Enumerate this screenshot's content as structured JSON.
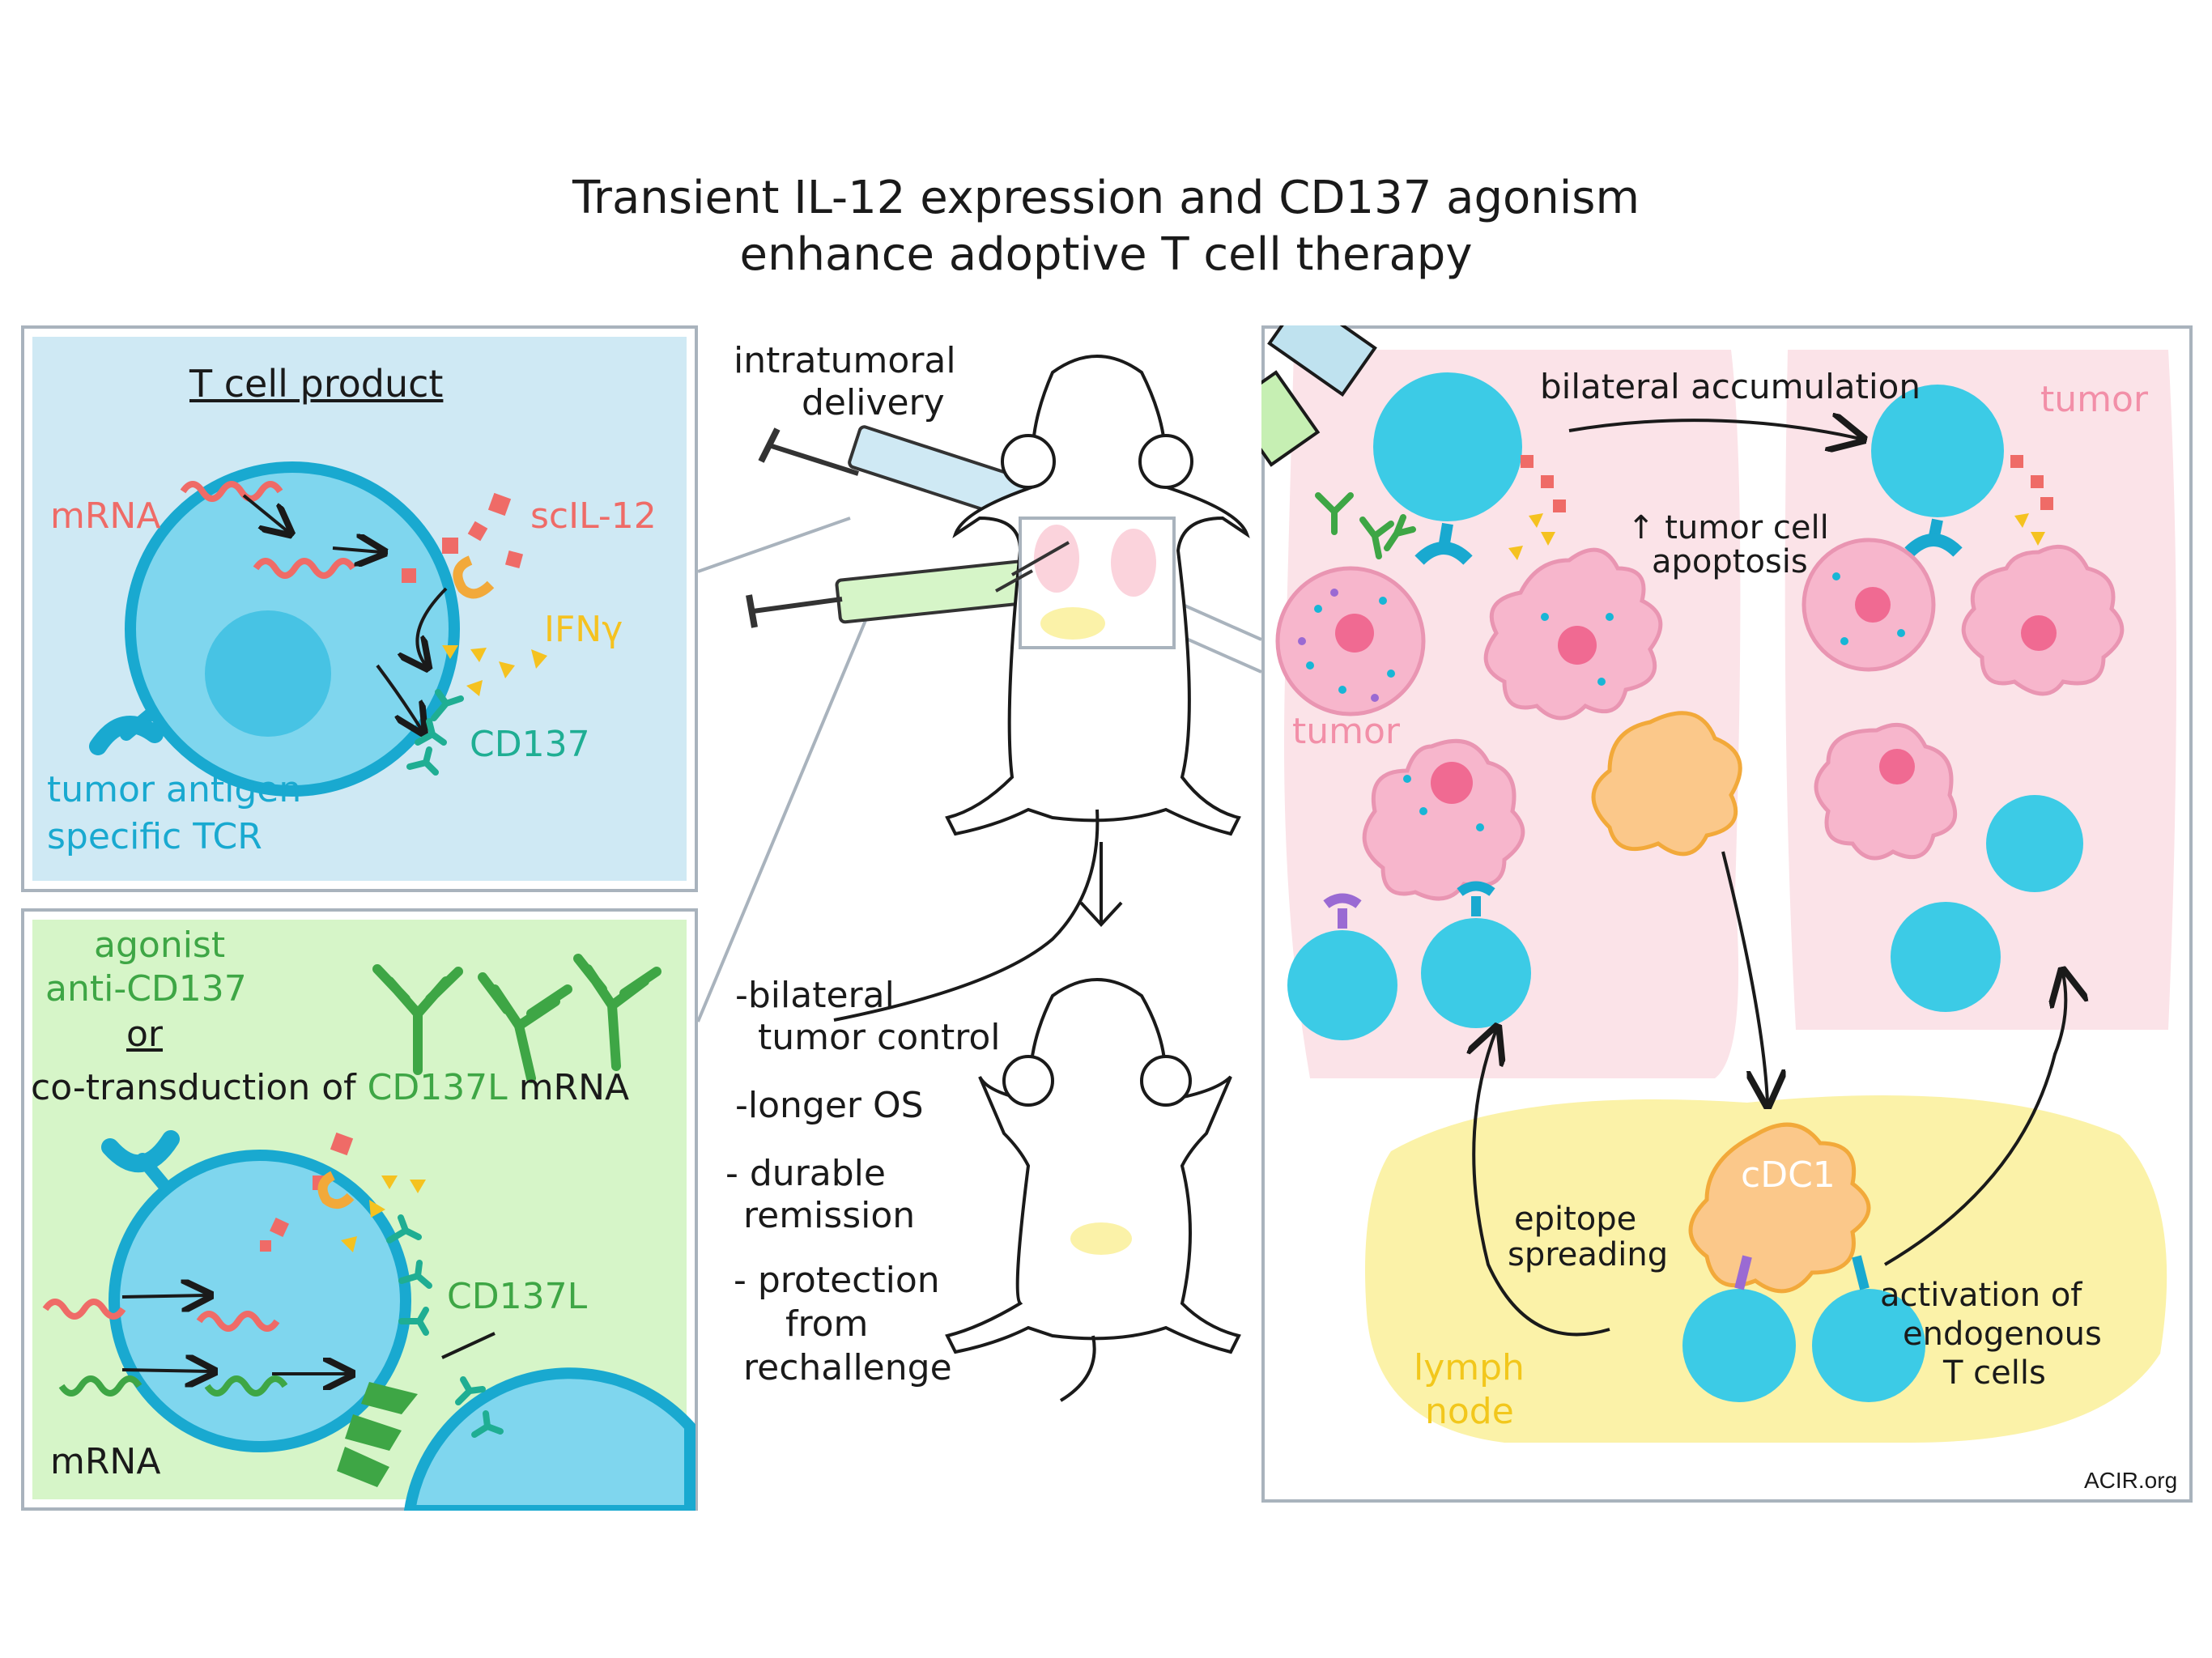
{
  "title": {
    "line1": "Transient IL-12 expression and CD137 agonism",
    "line2": "enhance adoptive T cell therapy"
  },
  "tcell_panel": {
    "heading": "T cell product",
    "mrna": "mRNA",
    "scil12": "scIL-12",
    "ifng": "IFNγ",
    "cd137": "CD137",
    "tcr_line1": "tumor antigen-",
    "tcr_line2": "specific TCR"
  },
  "agonist_panel": {
    "line1": "agonist",
    "line2": "anti-CD137",
    "or": "or",
    "cotrans_prefix": "co-transduction of ",
    "cotrans_cd137l": "CD137L",
    "cotrans_suffix": " mRNA",
    "cd137l": "CD137L",
    "mrna": "mRNA"
  },
  "mouse": {
    "delivery_line1": "intratumoral",
    "delivery_line2": "delivery"
  },
  "outcomes": {
    "item1_line1": "-bilateral",
    "item1_line2": "tumor control",
    "item2": "-longer OS",
    "item3_line1": "- durable",
    "item3_line2": "remission",
    "item4_line1": "- protection",
    "item4_line2": "from",
    "item4_line3": "rechallenge"
  },
  "mechanism": {
    "bilateral_accumulation": "bilateral accumulation",
    "tumor_right": "tumor",
    "tumor_left": "tumor",
    "apoptosis_line1": "↑ tumor cell",
    "apoptosis_line2": "apoptosis",
    "cdc1": "cDC1",
    "epitope_line1": "epitope",
    "epitope_line2": "spreading",
    "activation_line1": "activation of",
    "activation_line2": "endogenous",
    "activation_line3": "T cells",
    "lymph_line1": "lymph",
    "lymph_line2": "node"
  },
  "credit": "ACIR.org",
  "colors": {
    "tcell": "#3ccbe6",
    "tcell_light": "#7fd6ee",
    "tcell_panel_bg": "#cfe9f4",
    "agonist_panel_bg": "#d6f5c8",
    "tumor_bg": "#fbe3e8",
    "tumor_cell": "#f7b6cc",
    "lymph_bg": "#fbf2a8",
    "cdc": "#fbc88a",
    "il12": "#ef6b67",
    "ifng": "#f5c220",
    "cd137": "#1fae93",
    "antibody": "#3ea645",
    "panel_border": "#a9b3bd"
  },
  "icons": [
    "syringe-icon",
    "mouse-icon",
    "antibody-icon",
    "tcell-icon",
    "tumor-cell-icon",
    "dendritic-cell-icon"
  ]
}
